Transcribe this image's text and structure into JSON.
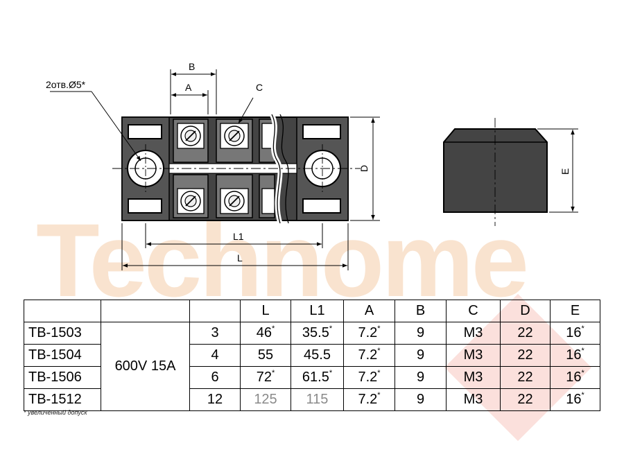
{
  "watermark": {
    "text": "Technome"
  },
  "drawing": {
    "hole_note": "2отв.Ø5*",
    "dims": {
      "a": "A",
      "b": "B",
      "c": "C",
      "d": "D",
      "e": "E",
      "l": "L",
      "l1": "L1"
    }
  },
  "table": {
    "headers": [
      "",
      "",
      "",
      "L",
      "L1",
      "A",
      "B",
      "C",
      "D",
      "E"
    ],
    "rating": "600V 15A",
    "rows": [
      {
        "model": "TB-1503",
        "poles": "3",
        "L": "46",
        "L_star": "*",
        "L1": "35.5",
        "L1_star": "*",
        "A": "7.2",
        "A_star": "*",
        "B": "9",
        "C": "M3",
        "D": "22",
        "E": "16",
        "E_star": "*"
      },
      {
        "model": "TB-1504",
        "poles": "4",
        "L": "55",
        "L_star": "",
        "L1": "45.5",
        "L1_star": "",
        "A": "7.2",
        "A_star": "*",
        "B": "9",
        "C": "M3",
        "D": "22",
        "E": "16",
        "E_star": "*"
      },
      {
        "model": "TB-1506",
        "poles": "6",
        "L": "72",
        "L_star": "*",
        "L1": "61.5",
        "L1_star": "*",
        "A": "7.2",
        "A_star": "*",
        "B": "9",
        "C": "M3",
        "D": "22",
        "E": "16",
        "E_star": "*"
      },
      {
        "model": "TB-1512",
        "poles": "12",
        "L": "125",
        "L_star": "",
        "L1": "115",
        "L1_star": "",
        "A": "7.2",
        "A_star": "*",
        "B": "9",
        "C": "M3",
        "D": "22",
        "E": "16",
        "E_star": "*"
      }
    ]
  },
  "note": {
    "text": "*  увеличенный допуск"
  }
}
